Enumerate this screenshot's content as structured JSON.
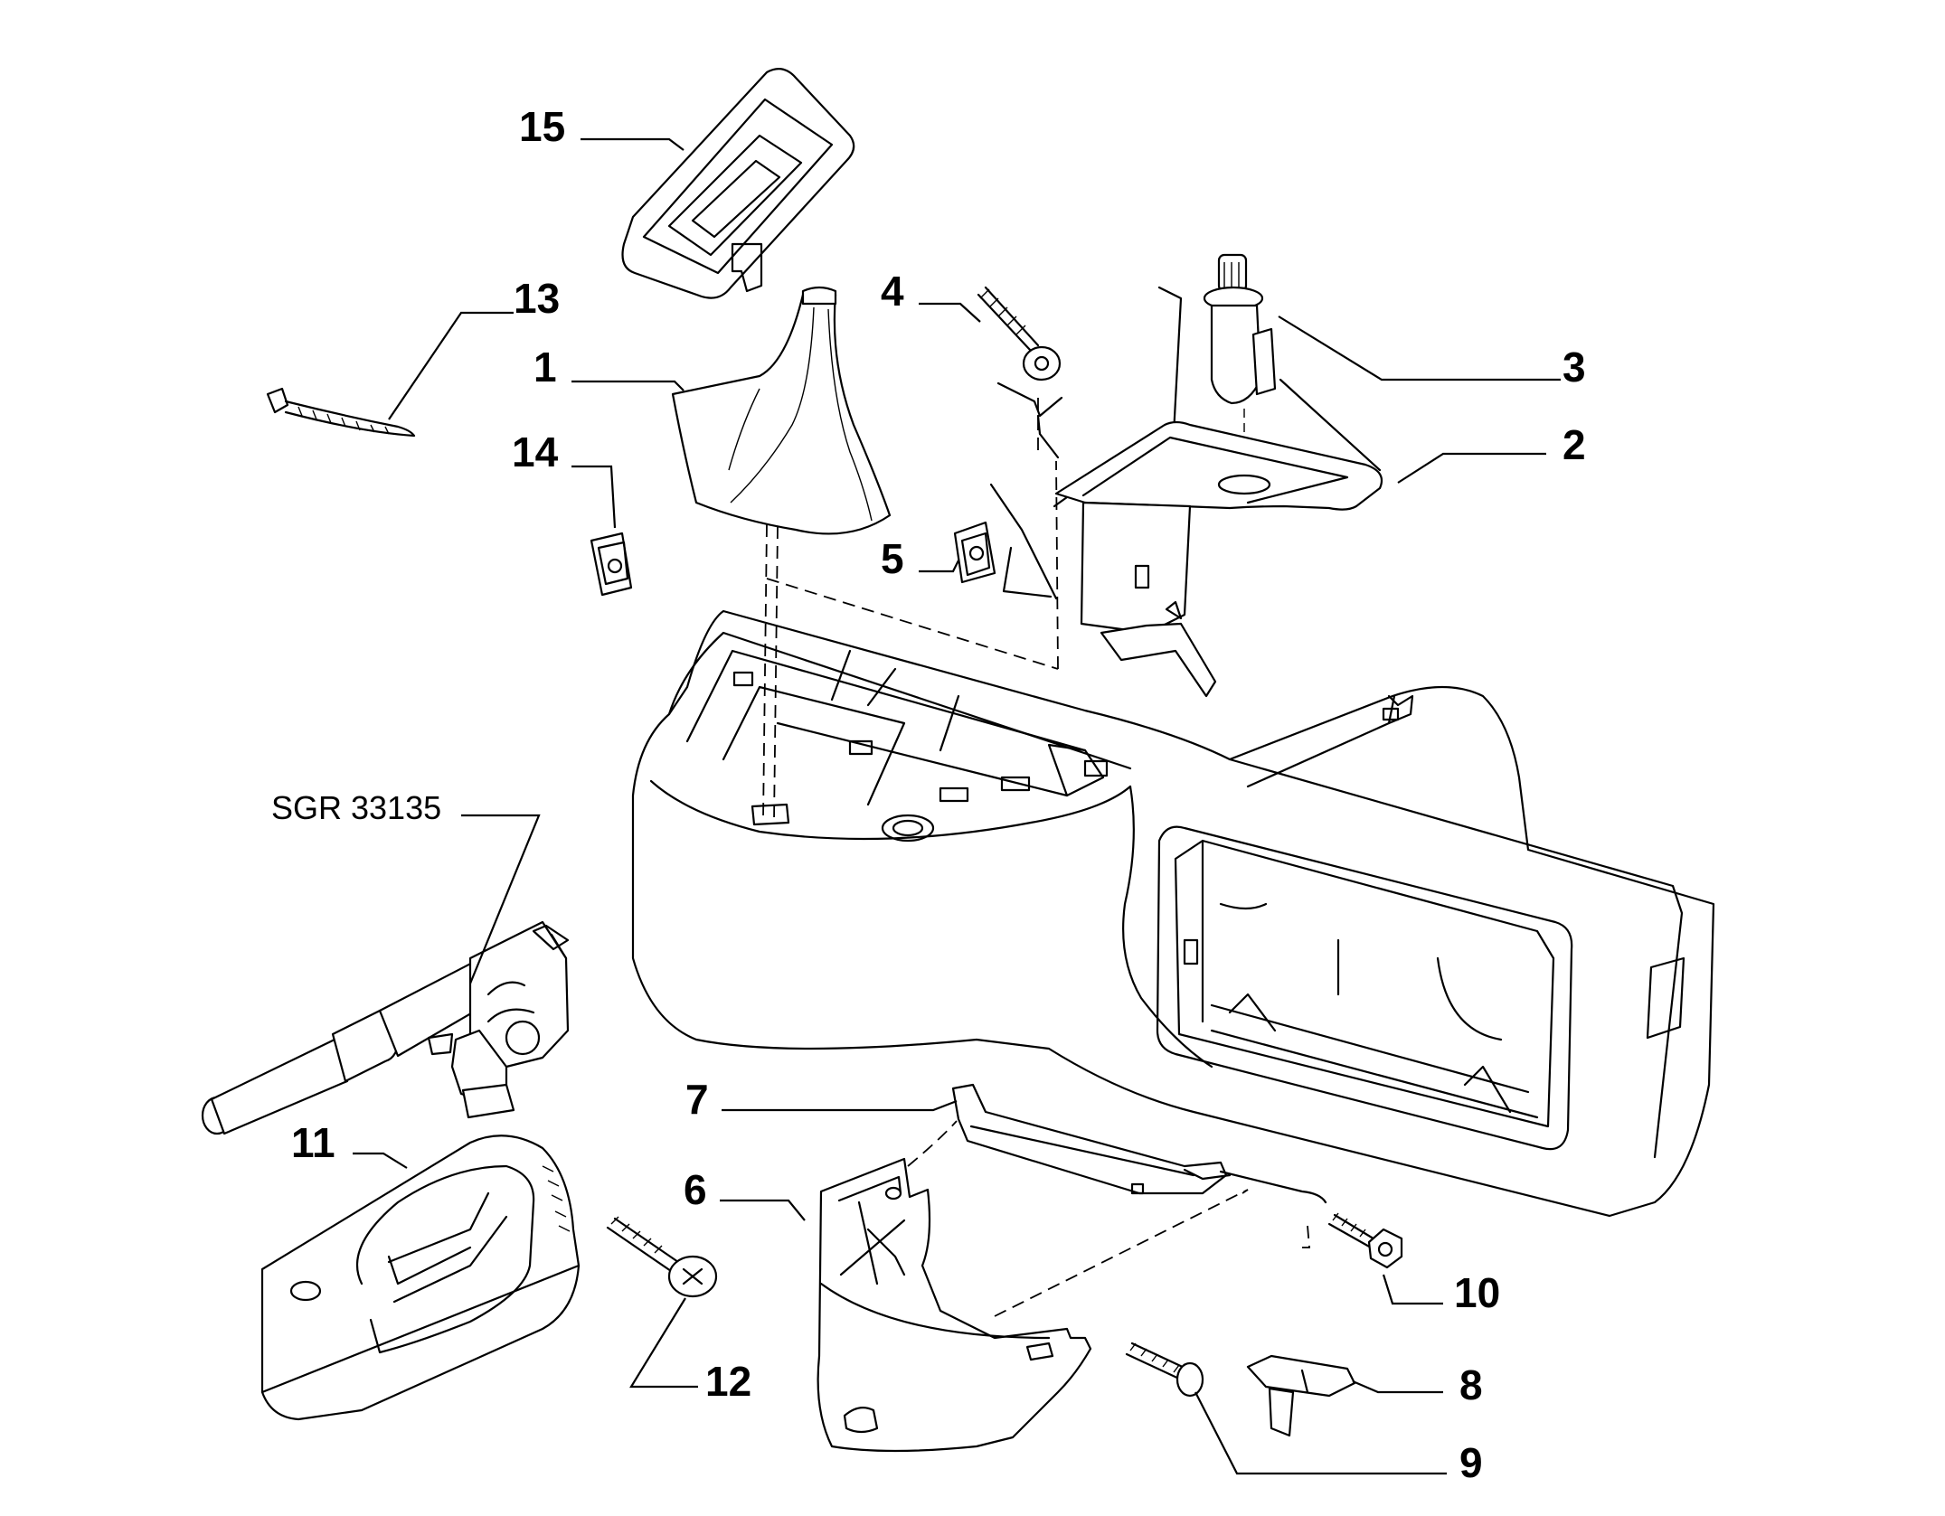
{
  "diagram": {
    "reference_code": "SGR 33135",
    "callouts": [
      {
        "id": "callout-15",
        "label": "15"
      },
      {
        "id": "callout-13",
        "label": "13"
      },
      {
        "id": "callout-1",
        "label": "1"
      },
      {
        "id": "callout-14",
        "label": "14"
      },
      {
        "id": "callout-4",
        "label": "4"
      },
      {
        "id": "callout-5",
        "label": "5"
      },
      {
        "id": "callout-3",
        "label": "3"
      },
      {
        "id": "callout-2",
        "label": "2"
      },
      {
        "id": "callout-11",
        "label": "11"
      },
      {
        "id": "callout-7",
        "label": "7"
      },
      {
        "id": "callout-6",
        "label": "6"
      },
      {
        "id": "callout-12",
        "label": "12"
      },
      {
        "id": "callout-10",
        "label": "10"
      },
      {
        "id": "callout-8",
        "label": "8"
      },
      {
        "id": "callout-9",
        "label": "9"
      }
    ]
  }
}
